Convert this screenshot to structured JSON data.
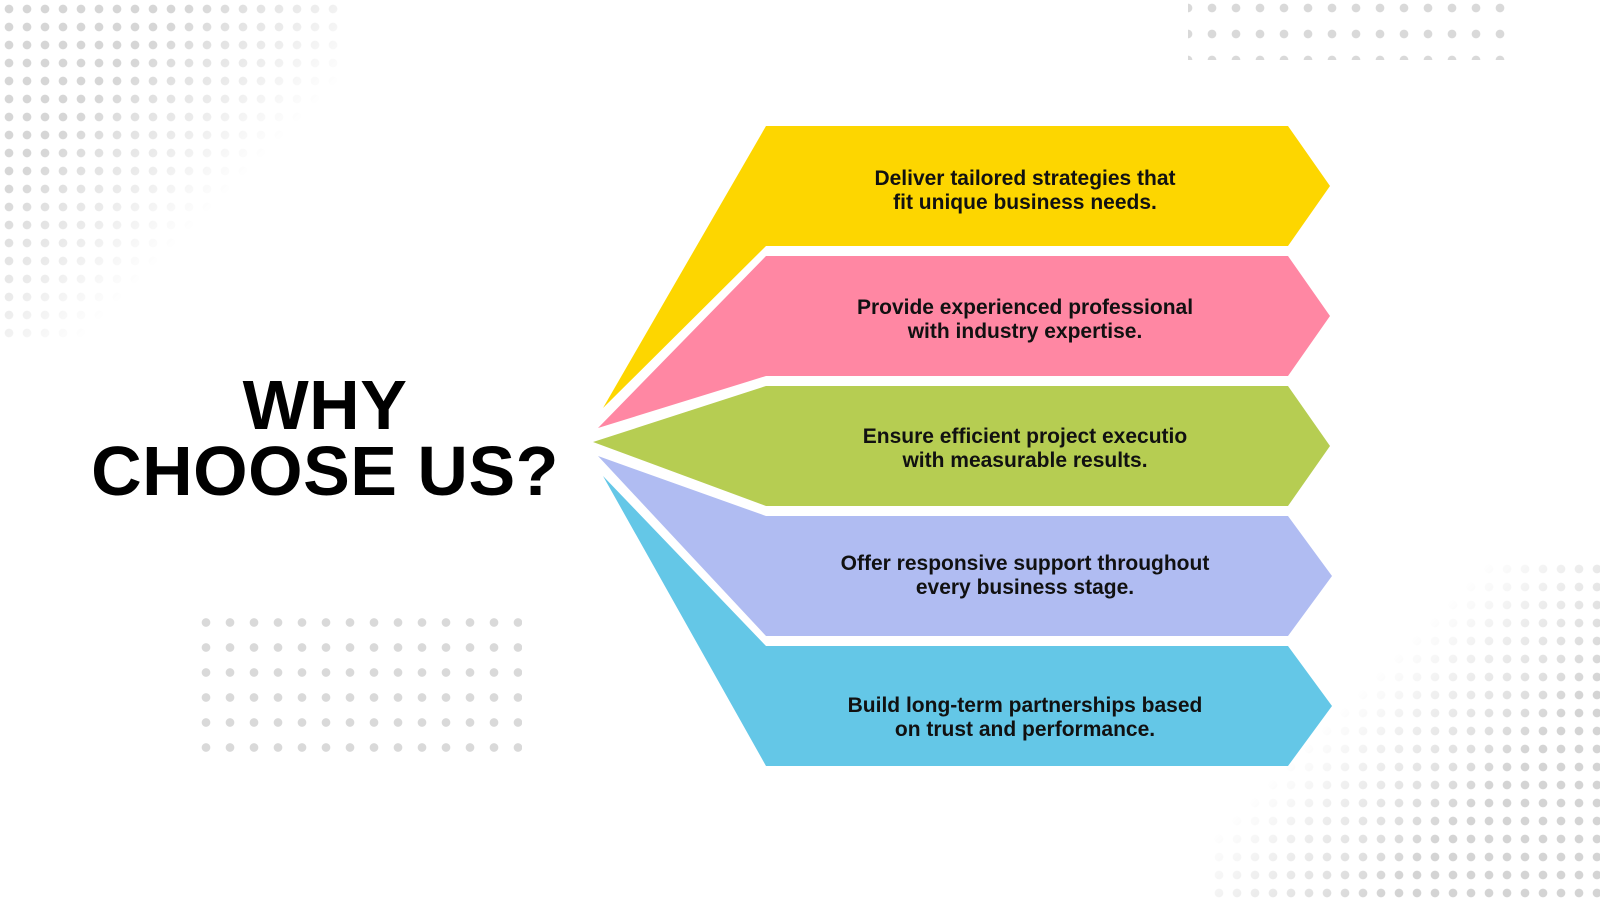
{
  "title": {
    "line1": "WHY",
    "line2": "CHOOSE US?"
  },
  "items": [
    {
      "line1": "Deliver tailored strategies that",
      "line2": "fit unique business needs.",
      "color": "#fdd600"
    },
    {
      "line1": "Provide experienced professional",
      "line2": "with industry expertise.",
      "color": "#ff87a3"
    },
    {
      "line1": "Ensure efficient project executio",
      "line2": "with measurable results.",
      "color": "#b6cd52"
    },
    {
      "line1": "Offer responsive support throughout",
      "line2": "every business stage.",
      "color": "#b0bcf2"
    },
    {
      "line1": "Build long-term partnerships based",
      "line2": "on trust and performance.",
      "color": "#64c7e7"
    }
  ]
}
